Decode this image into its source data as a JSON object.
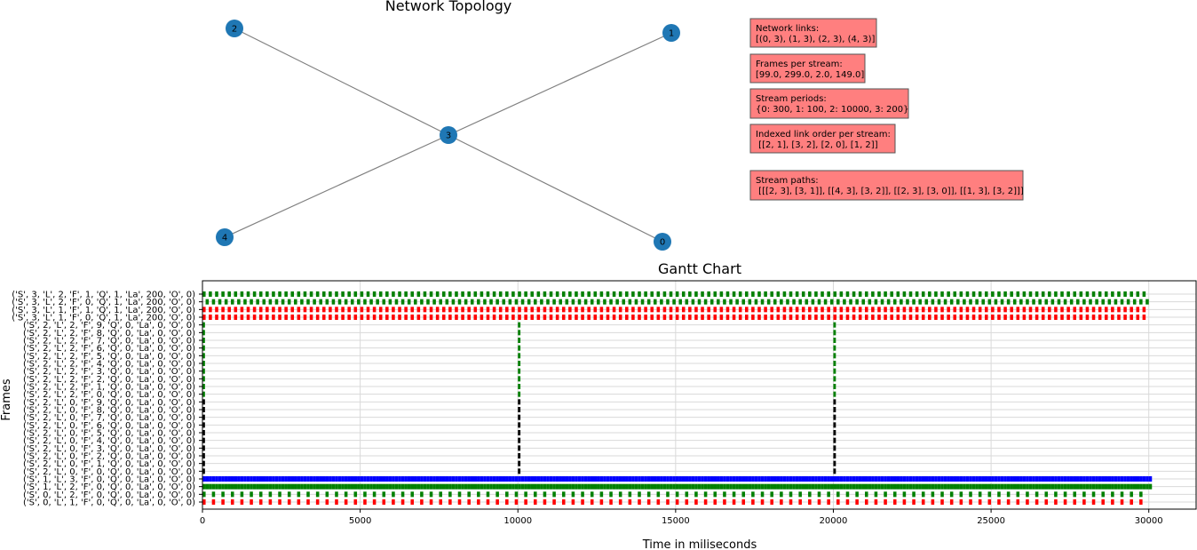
{
  "network_topology": {
    "title": "Network  Topology",
    "nodes": [
      "0",
      "1",
      "2",
      "3",
      "4"
    ],
    "edges": [
      [
        "0",
        "3"
      ],
      [
        "1",
        "3"
      ],
      [
        "2",
        "3"
      ],
      [
        "4",
        "3"
      ]
    ],
    "node_color": "#1f77b4",
    "edge_color": "#808080"
  },
  "info_boxes": [
    {
      "name": "network-links",
      "lines": [
        "Network links:",
        "[(0, 3), (1, 3), (2, 3), (4, 3)]"
      ]
    },
    {
      "name": "frames-per-stream",
      "lines": [
        "Frames per stream:",
        "[99.0, 299.0, 2.0, 149.0]"
      ]
    },
    {
      "name": "stream-periods",
      "lines": [
        "Stream periods:",
        "{0: 300, 1: 100, 2: 10000, 3: 200}"
      ]
    },
    {
      "name": "link-order",
      "lines": [
        "Indexed link order per stream:",
        " [[2, 1], [3, 2], [2, 0], [1, 2]]"
      ]
    },
    {
      "name": "stream-paths",
      "lines": [
        "Stream paths:",
        " [[[2, 3], [3, 1]], [[4, 3], [3, 2]], [[2, 3], [3, 0]], [[1, 3], [3, 2]]]"
      ]
    }
  ],
  "info_box_color": "#ff7f7f",
  "chart_data": {
    "type": "gantt",
    "title": "Gantt Chart",
    "xlabel": "Time in miliseconds",
    "ylabel": "Frames",
    "xlim": [
      0,
      31500
    ],
    "xticks": [
      0,
      5000,
      10000,
      15000,
      20000,
      25000,
      30000
    ],
    "grid": true,
    "rows": [
      {
        "label": "('S', 3, 'L', 2, 'F', 1, 'Q', 1, 'La', 200, 'O', 0)",
        "color": "#008000",
        "start": 0,
        "period": 200,
        "duration": 100,
        "end": 29900
      },
      {
        "label": "('S', 3, 'L', 2, 'F', 0, 'Q', 1, 'La', 200, 'O', 0)",
        "color": "#008000",
        "start": 100,
        "period": 200,
        "duration": 100,
        "end": 30000
      },
      {
        "label": "('S', 3, 'L', 1, 'F', 1, 'Q', 1, 'La', 200, 'O', 0)",
        "color": "#ff0000",
        "start": 0,
        "period": 200,
        "duration": 100,
        "end": 29900
      },
      {
        "label": "('S', 3, 'L', 1, 'F', 0, 'Q', 1, 'La', 200, 'O', 0)",
        "color": "#ff0000",
        "start": 0,
        "period": 200,
        "duration": 100,
        "end": 29900
      },
      {
        "label": "('S', 2, 'L', 2, 'F', 9, 'Q', 0, 'La', 0, 'O', 0)",
        "color": "#008000",
        "starts": [
          0,
          10000,
          20000
        ],
        "duration": 80
      },
      {
        "label": "('S', 2, 'L', 2, 'F', 8, 'Q', 0, 'La', 0, 'O', 0)",
        "color": "#008000",
        "starts": [
          0,
          10000,
          20000
        ],
        "duration": 80
      },
      {
        "label": "('S', 2, 'L', 2, 'F', 7, 'Q', 0, 'La', 0, 'O', 0)",
        "color": "#008000",
        "starts": [
          0,
          10000,
          20000
        ],
        "duration": 80
      },
      {
        "label": "('S', 2, 'L', 2, 'F', 6, 'Q', 0, 'La', 0, 'O', 0)",
        "color": "#008000",
        "starts": [
          0,
          10000,
          20000
        ],
        "duration": 80
      },
      {
        "label": "('S', 2, 'L', 2, 'F', 5, 'Q', 0, 'La', 0, 'O', 0)",
        "color": "#008000",
        "starts": [
          0,
          10000,
          20000
        ],
        "duration": 80
      },
      {
        "label": "('S', 2, 'L', 2, 'F', 4, 'Q', 0, 'La', 0, 'O', 0)",
        "color": "#008000",
        "starts": [
          0,
          10000,
          20000
        ],
        "duration": 80
      },
      {
        "label": "('S', 2, 'L', 2, 'F', 3, 'Q', 0, 'La', 0, 'O', 0)",
        "color": "#008000",
        "starts": [
          0,
          10000,
          20000
        ],
        "duration": 80
      },
      {
        "label": "('S', 2, 'L', 2, 'F', 2, 'Q', 0, 'La', 0, 'O', 0)",
        "color": "#008000",
        "starts": [
          0,
          10000,
          20000
        ],
        "duration": 80
      },
      {
        "label": "('S', 2, 'L', 2, 'F', 1, 'Q', 0, 'La', 0, 'O', 0)",
        "color": "#008000",
        "starts": [
          0,
          10000,
          20000
        ],
        "duration": 80
      },
      {
        "label": "('S', 2, 'L', 2, 'F', 0, 'Q', 0, 'La', 0, 'O', 0)",
        "color": "#008000",
        "starts": [
          0,
          10000,
          20000
        ],
        "duration": 80
      },
      {
        "label": "('S', 2, 'L', 0, 'F', 9, 'Q', 0, 'La', 0, 'O', 0)",
        "color": "#000000",
        "starts": [
          0,
          10000,
          20000
        ],
        "duration": 80
      },
      {
        "label": "('S', 2, 'L', 0, 'F', 8, 'Q', 0, 'La', 0, 'O', 0)",
        "color": "#000000",
        "starts": [
          0,
          10000,
          20000
        ],
        "duration": 80
      },
      {
        "label": "('S', 2, 'L', 0, 'F', 7, 'Q', 0, 'La', 0, 'O', 0)",
        "color": "#000000",
        "starts": [
          0,
          10000,
          20000
        ],
        "duration": 80
      },
      {
        "label": "('S', 2, 'L', 0, 'F', 6, 'Q', 0, 'La', 0, 'O', 0)",
        "color": "#000000",
        "starts": [
          0,
          10000,
          20000
        ],
        "duration": 80
      },
      {
        "label": "('S', 2, 'L', 0, 'F', 5, 'Q', 0, 'La', 0, 'O', 0)",
        "color": "#000000",
        "starts": [
          0,
          10000,
          20000
        ],
        "duration": 80
      },
      {
        "label": "('S', 2, 'L', 0, 'F', 4, 'Q', 0, 'La', 0, 'O', 0)",
        "color": "#000000",
        "starts": [
          0,
          10000,
          20000
        ],
        "duration": 80
      },
      {
        "label": "('S', 2, 'L', 0, 'F', 3, 'Q', 0, 'La', 0, 'O', 0)",
        "color": "#000000",
        "starts": [
          0,
          10000,
          20000
        ],
        "duration": 80
      },
      {
        "label": "('S', 2, 'L', 0, 'F', 2, 'Q', 0, 'La', 0, 'O', 0)",
        "color": "#000000",
        "starts": [
          0,
          10000,
          20000
        ],
        "duration": 80
      },
      {
        "label": "('S', 2, 'L', 0, 'F', 1, 'Q', 0, 'La', 0, 'O', 0)",
        "color": "#000000",
        "starts": [
          0,
          10000,
          20000
        ],
        "duration": 80
      },
      {
        "label": "('S', 2, 'L', 0, 'F', 0, 'Q', 0, 'La', 0, 'O', 0)",
        "color": "#000000",
        "starts": [
          0,
          10000,
          20000
        ],
        "duration": 80
      },
      {
        "label": "('S', 1, 'L', 3, 'F', 0, 'Q', 0, 'La', 0, 'O', 0)",
        "color": "#0000ff",
        "start": 0,
        "period": 100,
        "duration": 100,
        "end": 30000
      },
      {
        "label": "('S', 1, 'L', 2, 'F', 0, 'Q', 0, 'La', 0, 'O', 0)",
        "color": "#008000",
        "start": 0,
        "period": 100,
        "duration": 100,
        "end": 30000
      },
      {
        "label": "('S', 0, 'L', 2, 'F', 0, 'Q', 0, 'La', 0, 'O', 0)",
        "color": "#008000",
        "start": 0,
        "period": 300,
        "duration": 100,
        "end": 29800
      },
      {
        "label": "('S', 0, 'L', 1, 'F', 0, 'Q', 0, 'La', 0, 'O', 0)",
        "color": "#ff0000",
        "start": 0,
        "period": 300,
        "duration": 100,
        "end": 29800
      }
    ]
  }
}
